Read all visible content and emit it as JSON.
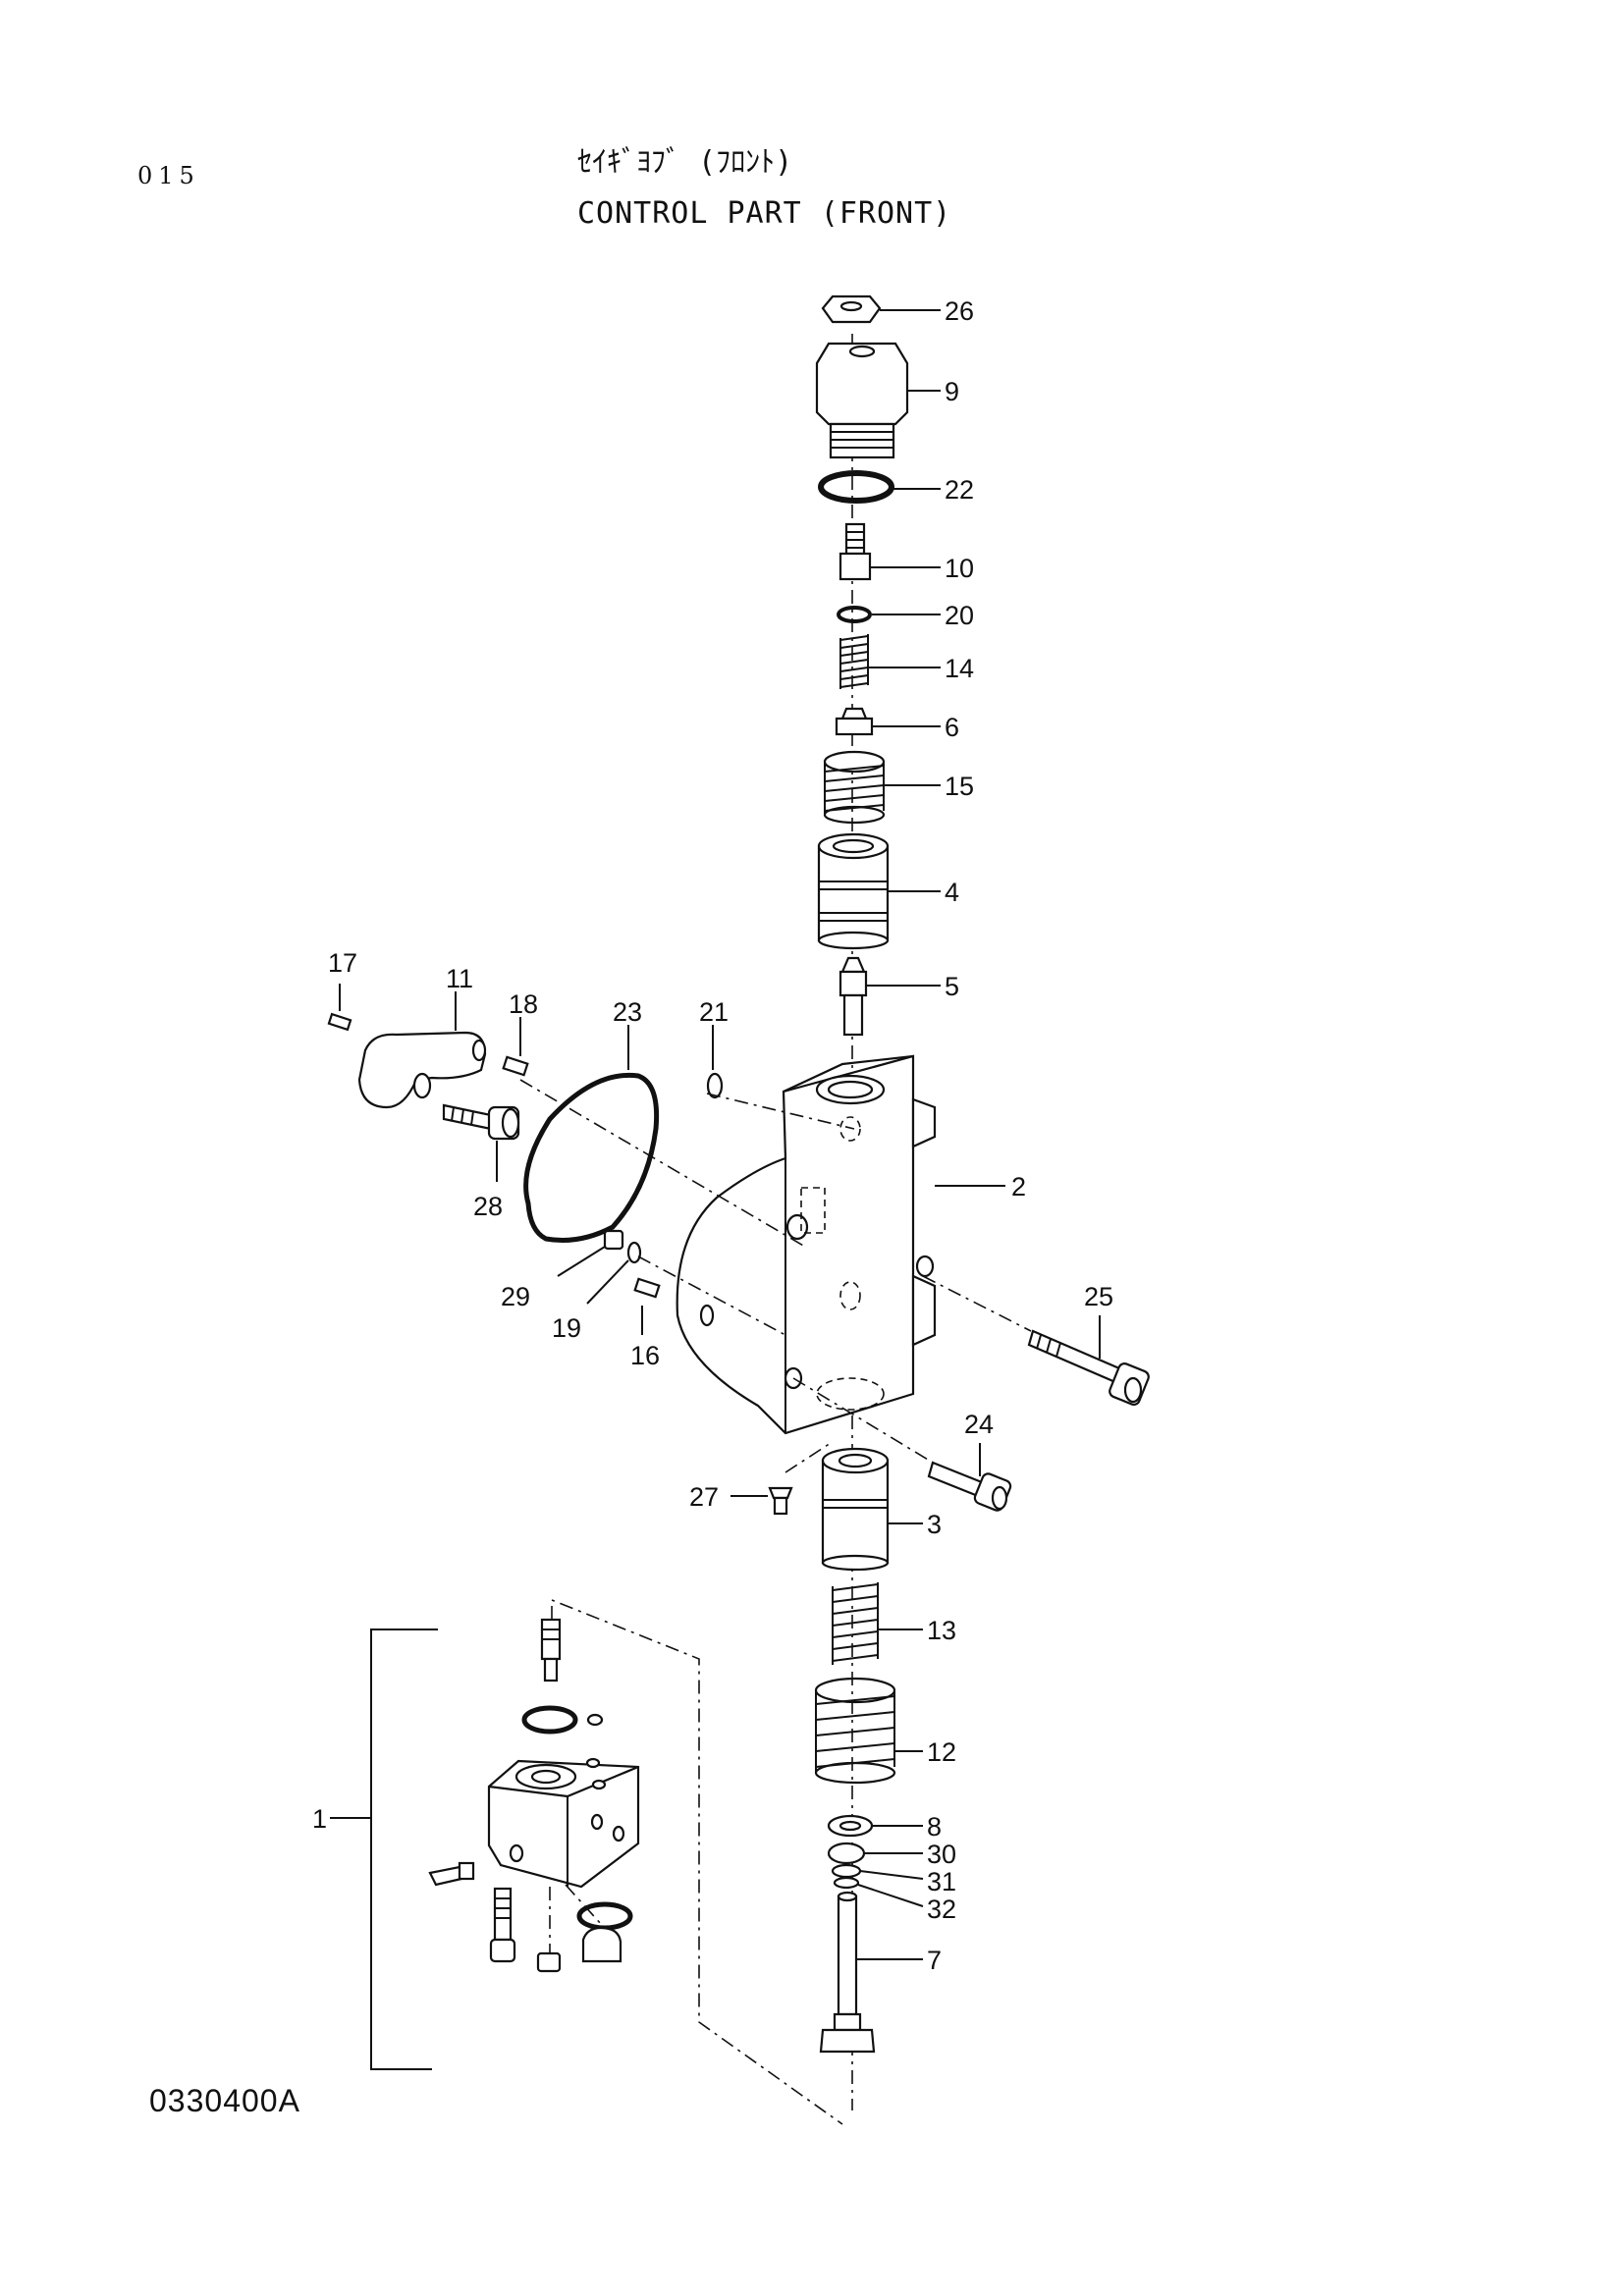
{
  "header": {
    "page_number": "015",
    "title_jp": "ｾｲｷﾞﾖﾌﾞ (ﾌﾛﾝﾄ)",
    "title_en": "CONTROL PART (FRONT)"
  },
  "figure_code": "0330400A",
  "labels": {
    "p1": "1",
    "p2": "2",
    "p3": "3",
    "p4": "4",
    "p5": "5",
    "p6": "6",
    "p7": "7",
    "p8": "8",
    "p9": "9",
    "p10": "10",
    "p11": "11",
    "p12": "12",
    "p13": "13",
    "p14": "14",
    "p15": "15",
    "p16": "16",
    "p17": "17",
    "p18": "18",
    "p19": "19",
    "p20": "20",
    "p21": "21",
    "p22": "22",
    "p23": "23",
    "p24": "24",
    "p25": "25",
    "p26": "26",
    "p27": "27",
    "p28": "28",
    "p29": "29",
    "p30": "30",
    "p31": "31",
    "p32": "32"
  }
}
